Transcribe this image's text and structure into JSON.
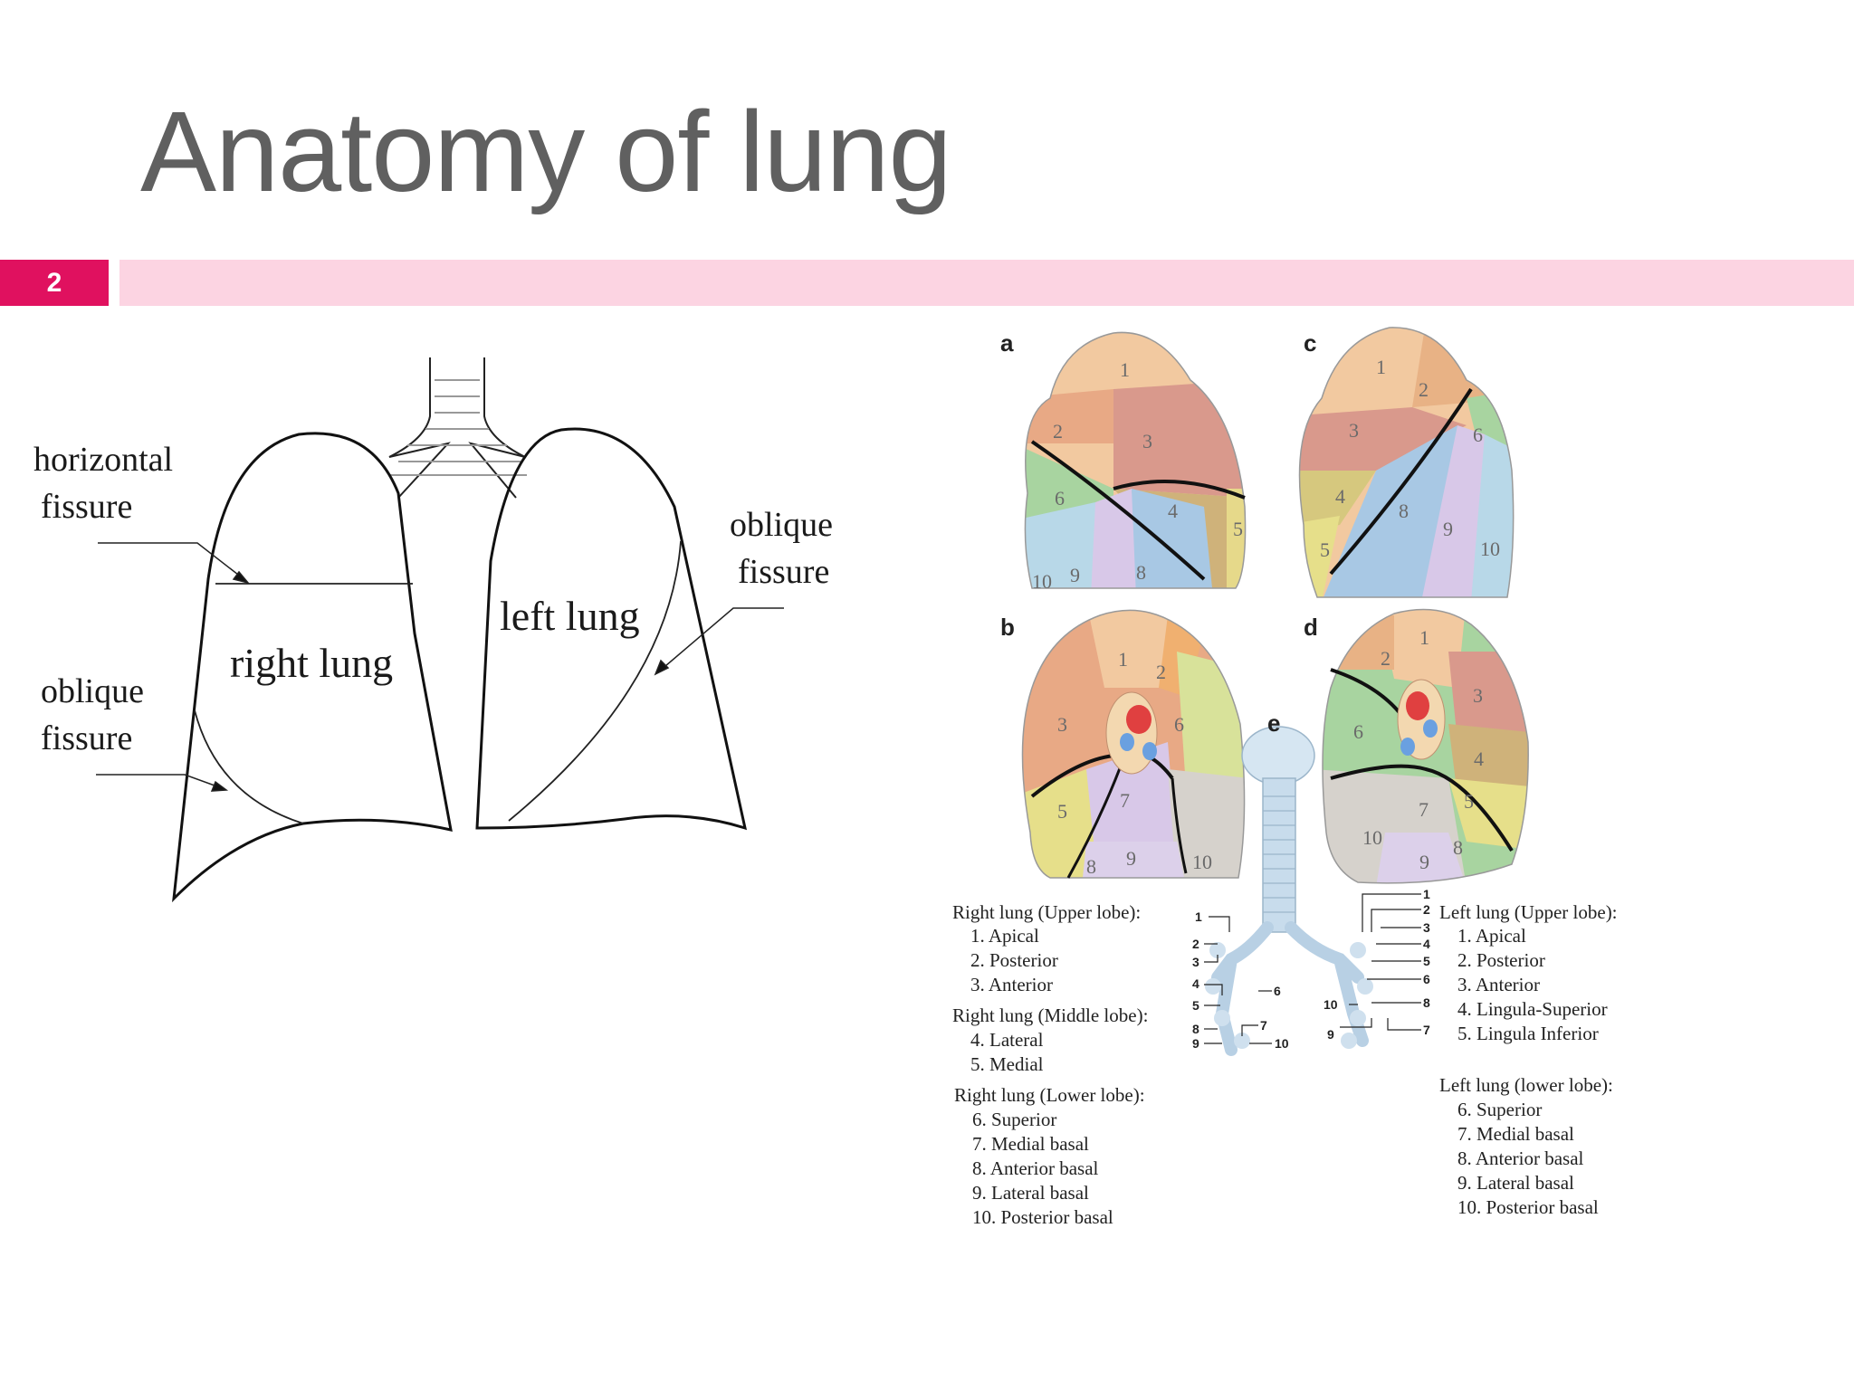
{
  "slide": {
    "title": "Anatomy of lung",
    "number": "2"
  },
  "left_diagram": {
    "labels": {
      "horizontal_fissure": [
        "horizontal",
        "fissure"
      ],
      "oblique_fissure_right": [
        "oblique",
        "fissure"
      ],
      "oblique_fissure_left": [
        "oblique",
        "fissure"
      ],
      "right_lung": "right lung",
      "left_lung": "left lung"
    }
  },
  "right_diagram": {
    "panel_letters": [
      "a",
      "b",
      "c",
      "d",
      "e"
    ],
    "panel_a_segments": [
      "1",
      "2",
      "3",
      "4",
      "5",
      "6",
      "8",
      "9",
      "10"
    ],
    "panel_b_segments": [
      "1",
      "2",
      "3",
      "5",
      "6",
      "7",
      "8",
      "9",
      "10"
    ],
    "panel_c_segments": [
      "1",
      "2",
      "3",
      "4",
      "5",
      "6",
      "8",
      "9",
      "10"
    ],
    "panel_d_segments": [
      "1",
      "2",
      "3",
      "4",
      "5",
      "6",
      "7",
      "8",
      "9",
      "10"
    ],
    "bronchus_left_numbers": [
      "1",
      "2",
      "3",
      "4",
      "5",
      "6",
      "7",
      "8",
      "9",
      "10"
    ],
    "bronchus_right_numbers": [
      "1",
      "2",
      "3",
      "4",
      "5",
      "6",
      "7",
      "8",
      "9",
      "10"
    ],
    "key_right": [
      {
        "heading": "Right lung (Upper lobe):",
        "items": [
          "1. Apical",
          "2. Posterior",
          "3. Anterior"
        ]
      },
      {
        "heading": "Right lung (Middle lobe):",
        "items": [
          "4. Lateral",
          "5. Medial"
        ]
      },
      {
        "heading": "Right lung (Lower lobe):",
        "items": [
          "6. Superior",
          "7. Medial basal",
          "8. Anterior basal",
          "9. Lateral basal",
          "10. Posterior basal"
        ]
      }
    ],
    "key_left": [
      {
        "heading": "Left lung (Upper lobe):",
        "items": [
          "1. Apical",
          "2. Posterior",
          "3. Anterior",
          "4. Lingula-Superior",
          "5. Lingula Inferior"
        ]
      },
      {
        "heading": "Left lung (lower lobe):",
        "items": [
          "6. Superior",
          "7. Medial basal",
          "8. Anterior basal",
          "9. Lateral basal",
          "10. Posterior basal"
        ]
      }
    ]
  }
}
